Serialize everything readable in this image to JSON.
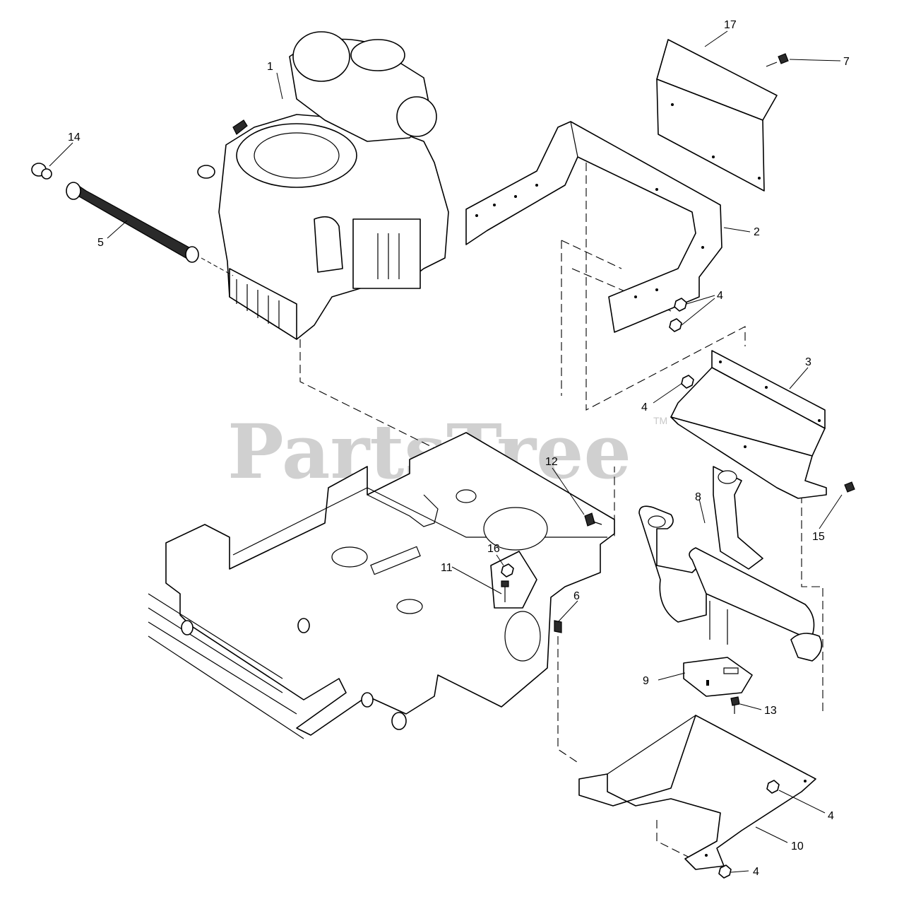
{
  "watermark": {
    "text": "PartsTree",
    "trademark": "TM"
  },
  "callouts": {
    "c1": "1",
    "c2": "2",
    "c3": "3",
    "c4a": "4",
    "c4b": "4",
    "c4c": "4",
    "c4d": "4",
    "c5": "5",
    "c6": "6",
    "c7": "7",
    "c8": "8",
    "c9": "9",
    "c10": "10",
    "c11": "11",
    "c12": "12",
    "c13": "13",
    "c14": "14",
    "c15": "15",
    "c16": "16",
    "c17": "17"
  },
  "colors": {
    "line": "#000000",
    "watermark": "#c8c8c8",
    "background": "#ffffff"
  }
}
